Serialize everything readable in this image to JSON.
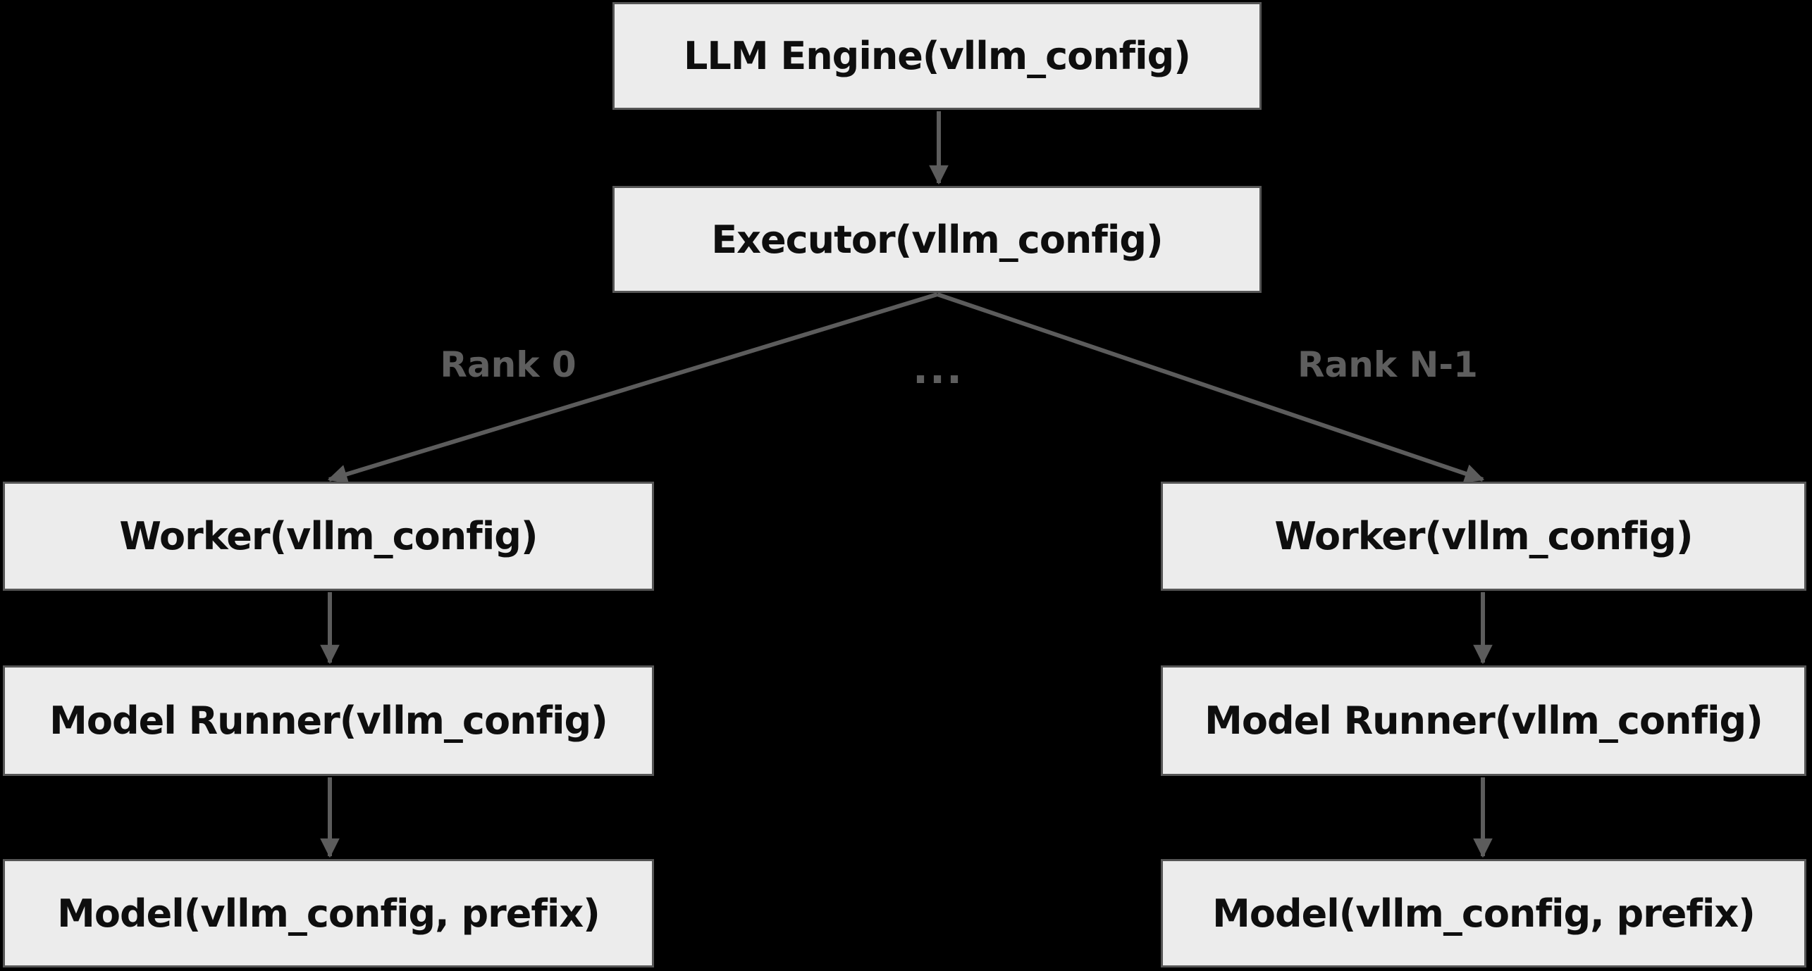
{
  "colors": {
    "background": "#000000",
    "node_fill": "#ececec",
    "node_border": "#565656",
    "node_text": "#0e0e0e",
    "edge": "#5c5c5c",
    "edge_label": "#5e5e5e"
  },
  "nodes": {
    "llm_engine": {
      "label": "LLM Engine(vllm_config)"
    },
    "executor": {
      "label": "Executor(vllm_config)"
    },
    "worker_left": {
      "label": "Worker(vllm_config)"
    },
    "model_runner_left": {
      "label": "Model Runner(vllm_config)"
    },
    "model_left": {
      "label": "Model(vllm_config, prefix)"
    },
    "worker_right": {
      "label": "Worker(vllm_config)"
    },
    "model_runner_right": {
      "label": "Model Runner(vllm_config)"
    },
    "model_right": {
      "label": "Model(vllm_config, prefix)"
    }
  },
  "edge_labels": {
    "rank0": "Rank 0",
    "ellipsis": "...",
    "rank_n_minus_1": "Rank N-1"
  }
}
